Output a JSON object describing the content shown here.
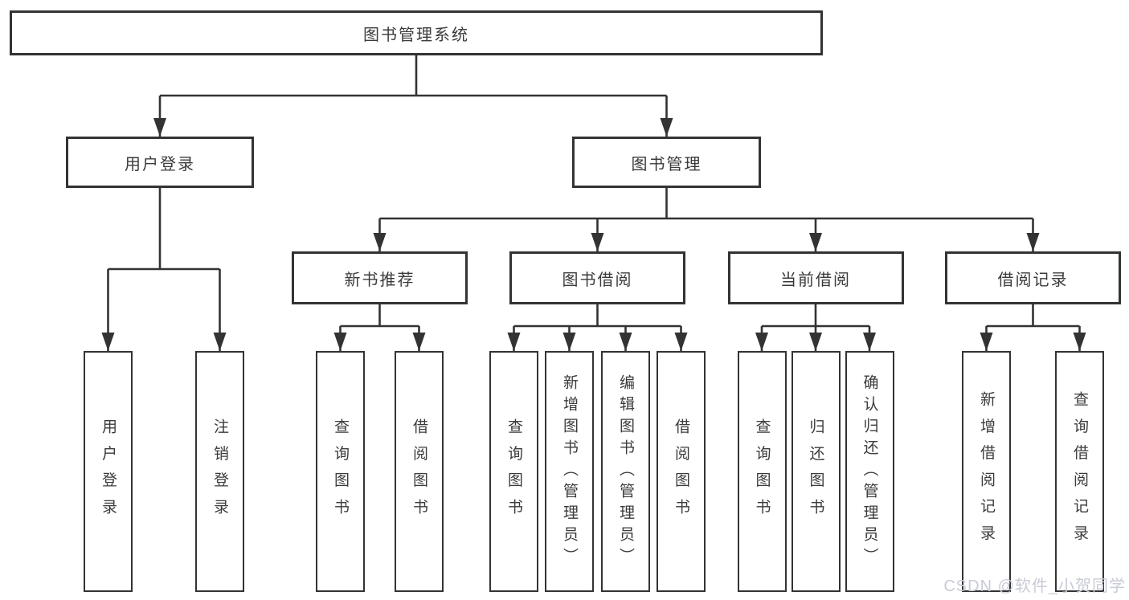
{
  "diagram": {
    "root": {
      "label": "图书管理系统"
    },
    "level2": [
      {
        "label": "用户登录"
      },
      {
        "label": "图书管理"
      }
    ],
    "level3": [
      {
        "label": "新书推荐"
      },
      {
        "label": "图书借阅"
      },
      {
        "label": "当前借阅"
      },
      {
        "label": "借阅记录"
      }
    ],
    "leaves": {
      "user_login": [
        {
          "label": "用户登录"
        },
        {
          "label": "注销登录"
        }
      ],
      "new_books": [
        {
          "label": "查询图书"
        },
        {
          "label": "借阅图书"
        }
      ],
      "book_borrow": [
        {
          "label": "查询图书"
        },
        {
          "label": "新增图书（管理员）"
        },
        {
          "label": "编辑图书（管理员）"
        },
        {
          "label": "借阅图书"
        }
      ],
      "current_borrow": [
        {
          "label": "查询图书"
        },
        {
          "label": "归还图书"
        },
        {
          "label": "确认归还（管理员）"
        }
      ],
      "borrow_records": [
        {
          "label": "新增借阅记录"
        },
        {
          "label": "查询借阅记录"
        }
      ]
    }
  },
  "watermark": {
    "text": "CSDN @软件_小贺同学"
  },
  "colors": {
    "line": "#333333",
    "text": "#3b3b3b",
    "box_bg": "#ffffff",
    "watermark": "#c9cbd6"
  }
}
